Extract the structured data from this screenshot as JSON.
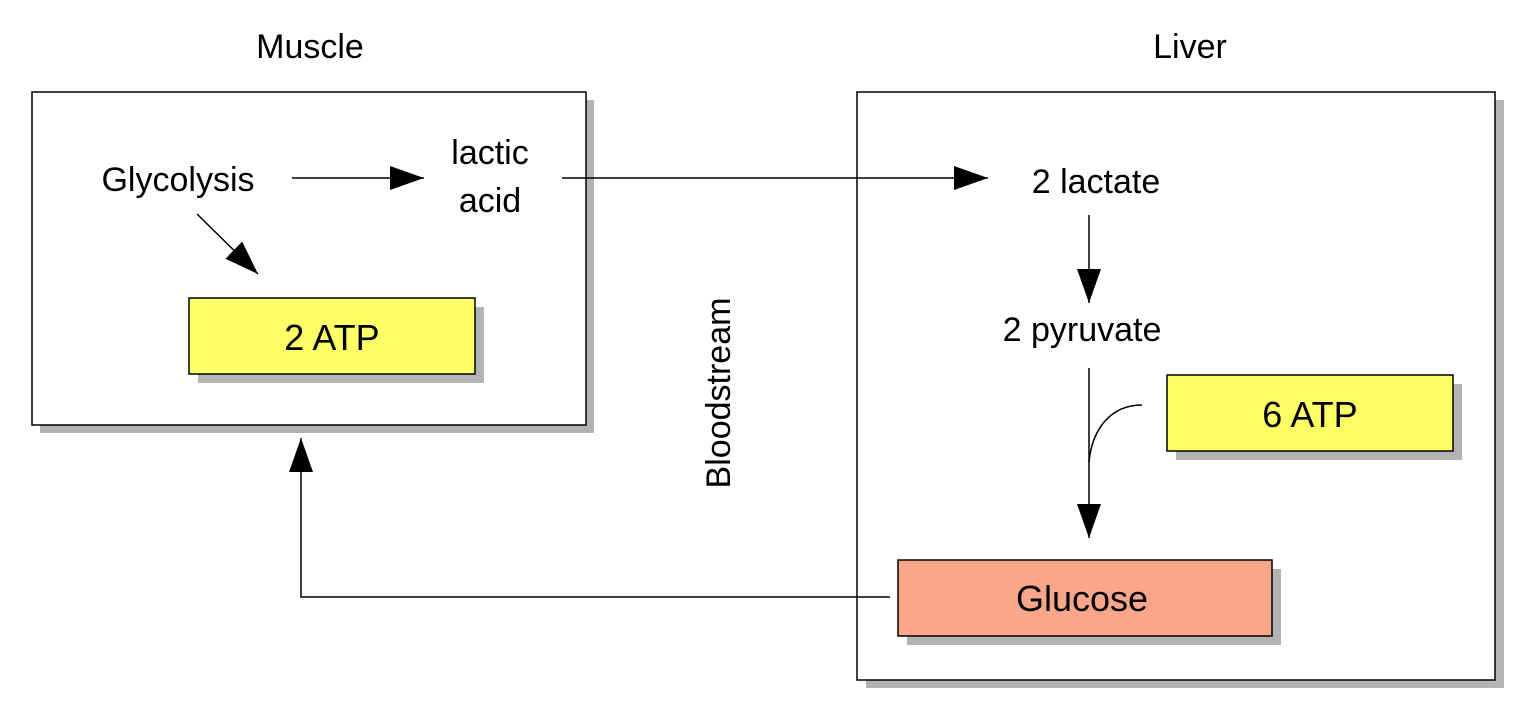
{
  "colors": {
    "atp_box": "#ffff66",
    "glucose_box": "#f9a68a",
    "shadow": "#b3b3b3",
    "stroke": "#000000",
    "background": "#ffffff"
  },
  "muscle": {
    "title": "Muscle",
    "glycolysis": "Glycolysis",
    "lactic_acid_line1": "lactic",
    "lactic_acid_line2": "acid",
    "atp": "2 ATP"
  },
  "bloodstream": {
    "label": "Bloodstream"
  },
  "liver": {
    "title": "Liver",
    "lactate": "2 lactate",
    "pyruvate": "2 pyruvate",
    "atp": "6 ATP",
    "glucose": "Glucose"
  }
}
